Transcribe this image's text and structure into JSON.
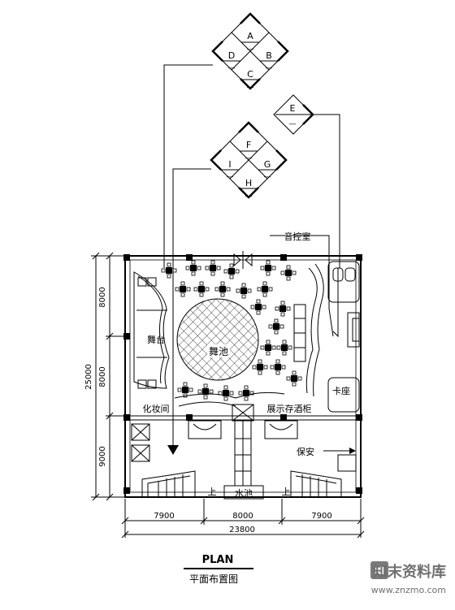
{
  "elevation_keys": [
    {
      "id": "key-abcd",
      "letters": [
        "A",
        "B",
        "C",
        "D"
      ]
    },
    {
      "id": "key-e",
      "letters": [
        "E"
      ]
    },
    {
      "id": "key-fghi",
      "letters": [
        "F",
        "G",
        "H",
        "I"
      ]
    }
  ],
  "key_dash": "—",
  "rooms": {
    "control_room": "音控室",
    "stage": "舞台",
    "dance_floor": "舞池",
    "booth": "卡座",
    "dressing_room": "化妆间",
    "wine_cabinet": "展示存酒柜",
    "security": "保安",
    "pool": "水池",
    "stairs_up_left": "上",
    "stairs_up_right": "上"
  },
  "dimensions": {
    "vertical": [
      "8000",
      "8000",
      "9000"
    ],
    "vertical_total": "25000",
    "horizontal": [
      "7900",
      "8000",
      "7900"
    ],
    "horizontal_total": "23800"
  },
  "title": {
    "main": "PLAN",
    "sub": "平面布置图"
  },
  "watermark": {
    "brand": "知末资料库",
    "url": "www.znzmo.com"
  }
}
